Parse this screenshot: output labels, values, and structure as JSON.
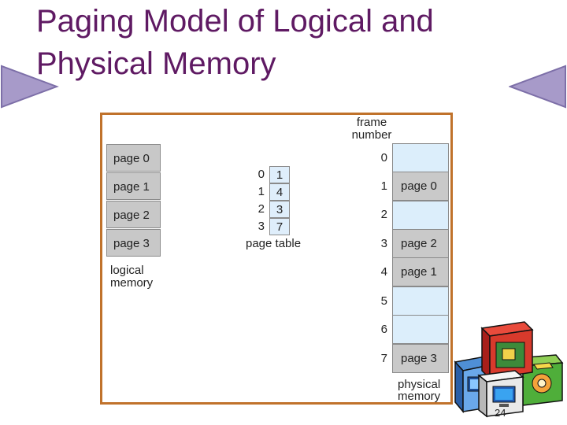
{
  "slide": {
    "title_line1": "Paging Model of Logical and",
    "title_line2": "Physical Memory",
    "page_number": "24"
  },
  "figure": {
    "frame_number_label_line1": "frame",
    "frame_number_label_line2": "number",
    "logical_memory": {
      "pages": [
        "page 0",
        "page 1",
        "page 2",
        "page 3"
      ],
      "label_line1": "logical",
      "label_line2": "memory"
    },
    "page_table": {
      "indices": [
        "0",
        "1",
        "2",
        "3"
      ],
      "frames": [
        "1",
        "4",
        "3",
        "7"
      ],
      "label": "page table"
    },
    "physical_memory": {
      "frame_numbers": [
        "0",
        "1",
        "2",
        "3",
        "4",
        "5",
        "6",
        "7"
      ],
      "contents": [
        "",
        "page 0",
        "",
        "page 2",
        "page 1",
        "",
        "",
        "page 3"
      ],
      "label_line1": "physical",
      "label_line2": "memory"
    }
  },
  "colors": {
    "title": "#5f1a63",
    "figure_border": "#c0722b",
    "nav_arrow": "#a79ac9"
  }
}
